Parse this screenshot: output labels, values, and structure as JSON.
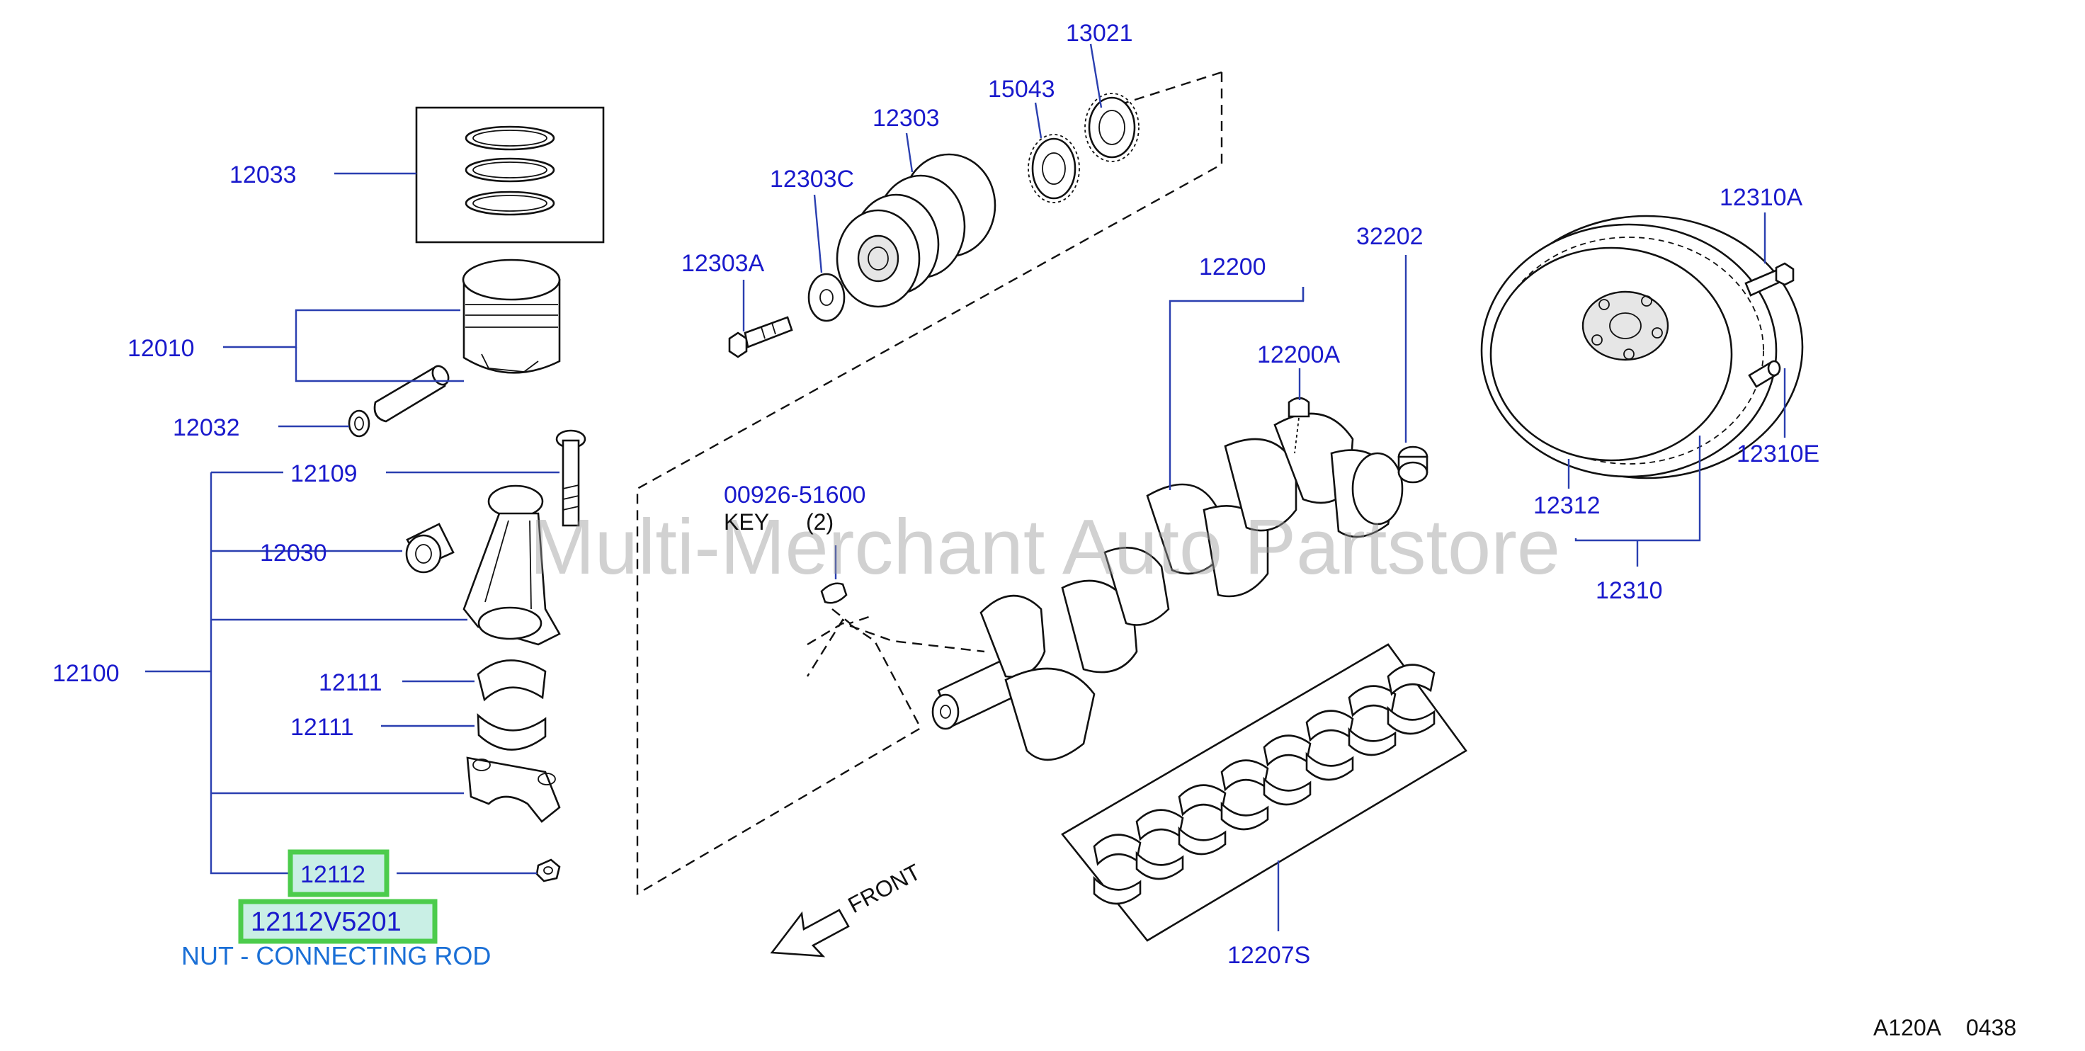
{
  "diagram": {
    "callouts": {
      "p13021": "13021",
      "p15043": "15043",
      "p12303": "12303",
      "p12303C": "12303C",
      "p12303A": "12303A",
      "p12033": "12033",
      "p12010": "12010",
      "p12032": "12032",
      "p12109": "12109",
      "p12030": "12030",
      "p12100": "12100",
      "p12111a": "12111",
      "p12111b": "12111",
      "p12112": "12112",
      "p12200": "12200",
      "p12200A": "12200A",
      "p32202": "32202",
      "p12310A": "12310A",
      "p12310E": "12310E",
      "p12312": "12312",
      "p12310": "12310",
      "p00926": "00926-51600",
      "p12207S": "12207S"
    },
    "key_label": "KEY",
    "key_qty": "(2)",
    "front_label": "FRONT",
    "selected_part_number": "12112V5201",
    "selected_part_name": "NUT - CONNECTING ROD",
    "watermark": "Multi-Merchant Auto Partstore",
    "diagram_code": "A120A",
    "diagram_number": "0438"
  },
  "colors": {
    "callout": "#1a1acc",
    "leader": "#2a3fb0",
    "description": "#1a6fd6",
    "highlight_fill": "#c9efe5",
    "highlight_border": "#4ccc4c",
    "watermark": "#9a9a9a"
  }
}
